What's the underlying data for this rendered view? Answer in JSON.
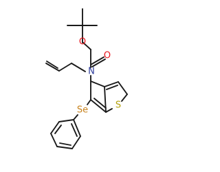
{
  "molecule": {
    "atoms": [
      {
        "label": "O",
        "color": "#e8141c"
      },
      {
        "label": "O",
        "color": "#e8141c"
      },
      {
        "label": "N",
        "color": "#2e3c9b"
      },
      {
        "label": "S",
        "color": "#b4a10c"
      },
      {
        "label": "Se",
        "color": "#c8821d"
      }
    ],
    "bond_color": "#1a1a1a"
  }
}
